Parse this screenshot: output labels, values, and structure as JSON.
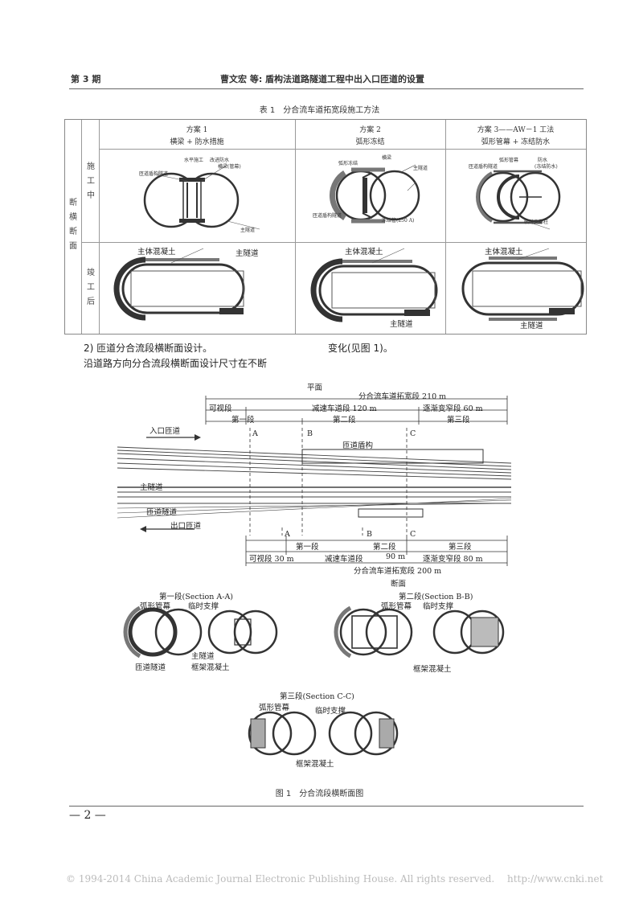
{
  "header": {
    "issue": "第 3 期",
    "title": "曹文宏 等: 盾构法道路隧道工程中出入口匝道的设置"
  },
  "table": {
    "caption": "表 1　分合流车道拓宽段施工方法",
    "row_header": [
      "断",
      "横",
      "断",
      "面"
    ],
    "row_during": [
      "施",
      "工",
      "中"
    ],
    "row_after": [
      "竣",
      "工",
      "后"
    ],
    "schemes": [
      {
        "name": "方案 1",
        "desc": "横梁 + 防水措施"
      },
      {
        "name": "方案 2",
        "desc": "弧形冻结"
      },
      {
        "name": "方案 3——AW－1 工法",
        "desc": "弧形管幕 + 冻结防水"
      }
    ],
    "s1_labels": [
      "水平施工",
      "改进防水",
      "横梁(管幕)",
      "匝道盾构隧道",
      "主隧道"
    ],
    "s2_labels": [
      "弧形冻结",
      "横梁",
      "主隧道",
      "匝道盾构隧道",
      "冻结管(250 A)"
    ],
    "s3_labels": [
      "弧形管幕",
      "防水",
      "(冻结防水)",
      "匝道盾构隧道",
      "临时支撑柱"
    ],
    "after_main_concrete": "主体混凝土",
    "after_main_tunnel": "主隧道"
  },
  "body_text": {
    "line1_left": "2) 匝道分合流段横断面设计。",
    "line1_right": "变化(见图 1)。",
    "line2": "沿道路方向分合流段横断面设计尺寸在不断"
  },
  "figure": {
    "plan_title": "平面",
    "top_total": "分合流车道拓宽段 210 m",
    "top_segments": [
      "可视段",
      "减速车道段 120 m",
      "逐渐变窄段 60 m"
    ],
    "top_sections": [
      "第一段",
      "第二段",
      "第三段"
    ],
    "entrance": "入口匝道",
    "ramp_shield": "匝道盾构",
    "main_tunnel": "主隧道",
    "ramp_tunnel": "匝道隧道",
    "exit": "出口匝道",
    "cut_labels": [
      "A",
      "B",
      "C"
    ],
    "bottom_sections": [
      "第一段",
      "第二段",
      "第三段"
    ],
    "bottom_segments": [
      "可视段 30 m",
      "减速车道段",
      "90 m",
      "逐渐变窄段 80 m"
    ],
    "bottom_total": "分合流车道拓宽段 200 m",
    "section_title": "断面",
    "sec_a": "第一段(Section A-A)",
    "sec_b": "第二段(Section B-B)",
    "sec_c": "第三段(Section C-C)",
    "arc_pipe_roof": "弧形管幕",
    "temp_support": "临时支撑",
    "main_tunnel_short": "主隧道",
    "ramp_tunnel_short": "匝道隧道",
    "frame_concrete": "框架混凝土",
    "caption": "图 1　分合流段横断面图"
  },
  "page_number": "— 2 —",
  "footer": "© 1994-2014 China Academic Journal Electronic Publishing House. All rights reserved.　 http://www.cnki.net",
  "colors": {
    "line": "#333333",
    "rule": "#666666",
    "footer": "#bbbbbb"
  }
}
